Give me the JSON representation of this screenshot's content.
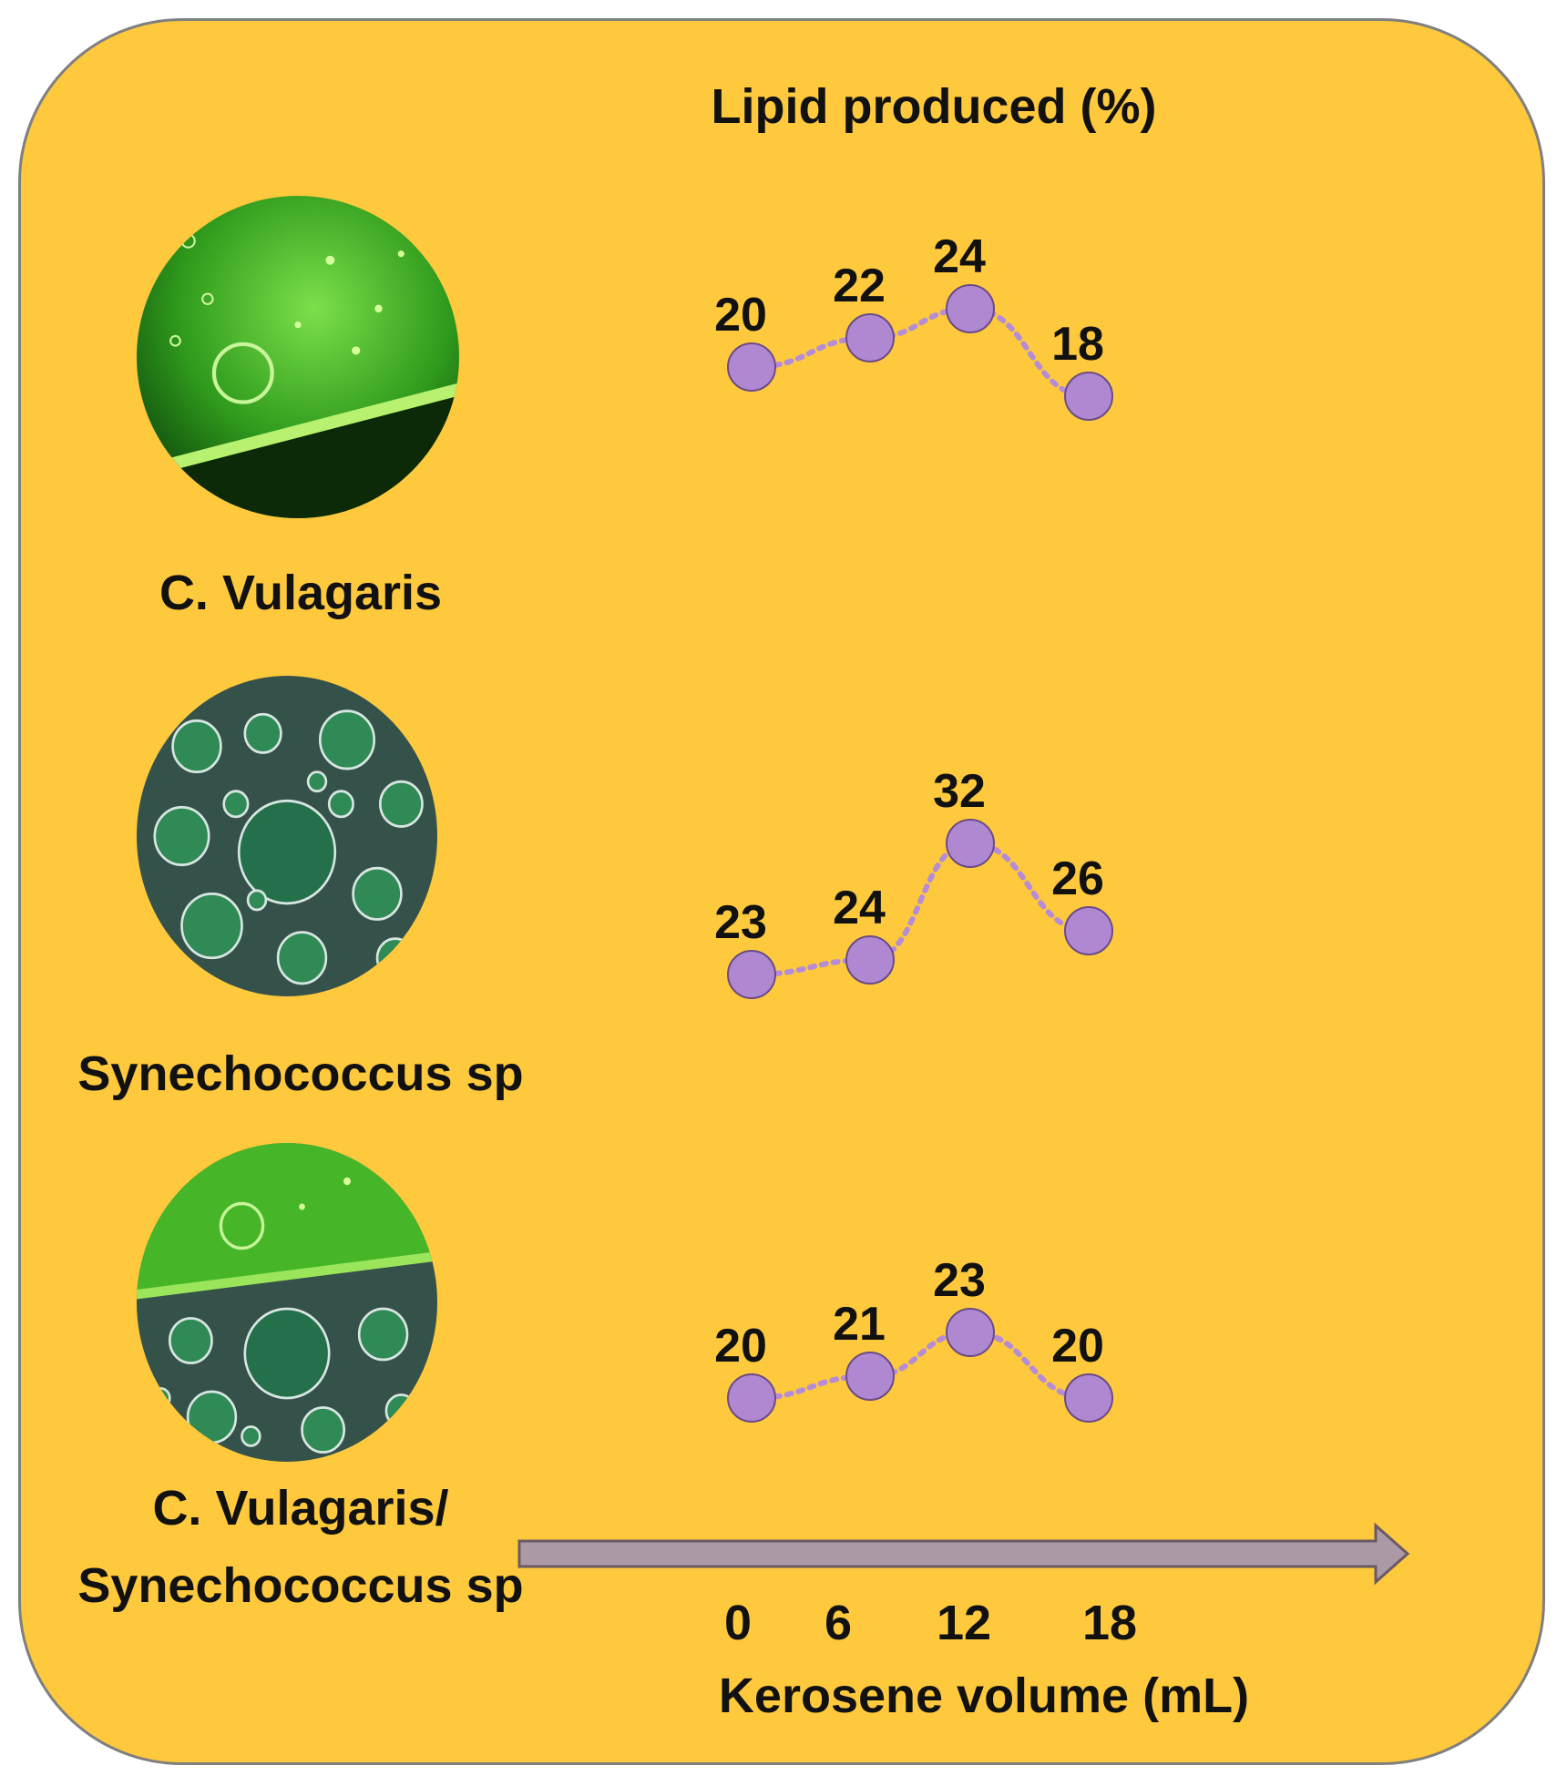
{
  "colors": {
    "panel_bg": "#fec93d",
    "panel_border": "#7f7f7f",
    "point_fill": "#b088d2",
    "point_stroke": "#6a4b86",
    "connector": "#b48cd8",
    "arrow_fill": "#ab9aa6",
    "arrow_stroke": "#6b5a66",
    "text": "#111111"
  },
  "figure": {
    "title": "Lipid produced (%)",
    "xlabel": "Kerosene volume (mL)",
    "x_ticks": [
      "0",
      "6",
      "12",
      "18"
    ],
    "arrow_icon": "right-arrow-icon"
  },
  "samples": [
    {
      "label_lines": [
        "C. Vulagaris"
      ],
      "image_icon": "green-algae-bubbles-image"
    },
    {
      "label_lines": [
        "Synechococcus sp"
      ],
      "image_icon": "cyanobacteria-bubbles-image"
    },
    {
      "label_lines": [
        "C. Vulagaris/",
        "Synechococcus sp"
      ],
      "image_icon": "mixed-culture-bubbles-image"
    }
  ],
  "chart_data": {
    "type": "line",
    "title": "Lipid produced (%)",
    "xlabel": "Kerosene volume (mL)",
    "ylabel": "",
    "x": [
      0,
      6,
      12,
      18
    ],
    "series": [
      {
        "name": "C. Vulagaris",
        "values": [
          20,
          22,
          24,
          18
        ]
      },
      {
        "name": "Synechococcus sp",
        "values": [
          23,
          24,
          32,
          26
        ]
      },
      {
        "name": "C. Vulagaris/ Synechococcus sp",
        "values": [
          20,
          21,
          23,
          20
        ]
      }
    ],
    "line_style": "dotted",
    "grid": false,
    "legend": "none"
  }
}
